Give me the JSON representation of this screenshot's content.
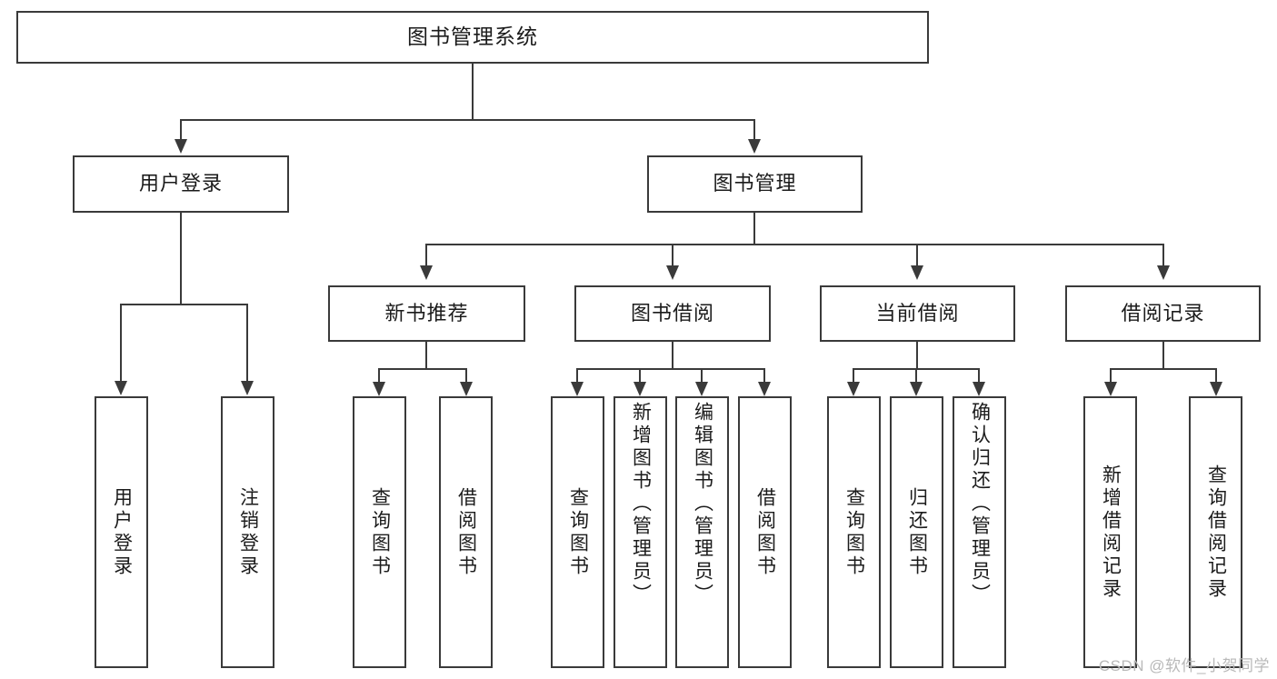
{
  "diagram": {
    "title": "图书管理系统",
    "type": "hierarchy-tree",
    "levels": 4,
    "root": {
      "label": "图书管理系统"
    },
    "level2": [
      {
        "label": "用户登录"
      },
      {
        "label": "图书管理"
      }
    ],
    "level3": [
      {
        "label": "新书推荐"
      },
      {
        "label": "图书借阅"
      },
      {
        "label": "当前借阅"
      },
      {
        "label": "借阅记录"
      }
    ],
    "leaves": {
      "user_login": [
        {
          "label": "用户登录"
        },
        {
          "label": "注销登录"
        }
      ],
      "new_book_recommend": [
        {
          "label": "查询图书"
        },
        {
          "label": "借阅图书"
        }
      ],
      "book_borrow": [
        {
          "label": "查询图书"
        },
        {
          "label": "新增图书（管理员）"
        },
        {
          "label": "编辑图书（管理员）"
        },
        {
          "label": "借阅图书"
        }
      ],
      "current_borrow": [
        {
          "label": "查询图书"
        },
        {
          "label": "归还图书"
        },
        {
          "label": "确认归还（管理员）"
        }
      ],
      "borrow_record": [
        {
          "label": "新增借阅记录"
        },
        {
          "label": "查询借阅记录"
        }
      ]
    }
  },
  "watermark": {
    "text": "CSDN @软件_小贺同学"
  },
  "colors": {
    "stroke": "#3a3a3a",
    "text": "#1b1b1b",
    "background": "#ffffff",
    "watermark": "#b9b9b9"
  }
}
